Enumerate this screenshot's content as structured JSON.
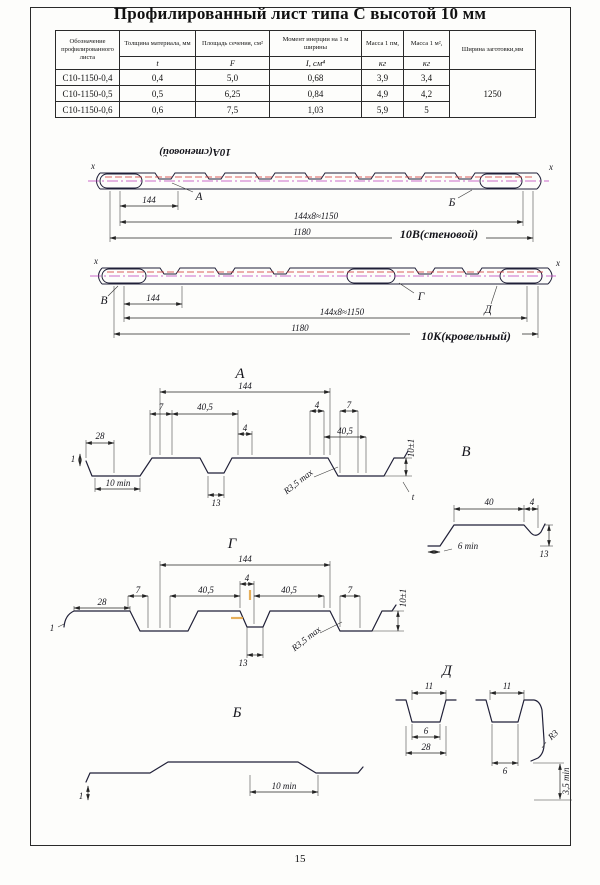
{
  "page": {
    "title": "Профилированный лист типа С высотой 10 мм",
    "page_number": "15"
  },
  "table": {
    "col_designation": "Обозначение профилированного листа",
    "col_thickness": "Толщина материала, мм",
    "col_thickness_sym": "t",
    "col_area": "Площадь сечения, см²",
    "col_area_sym": "F",
    "col_inertia": "Момент инерции на 1 м ширины",
    "col_inertia_sym": "I, см⁴",
    "col_mass_lm": "Масса 1 пм,",
    "col_mass_lm_unit": "кг",
    "col_mass_m2": "Масса 1 м²,",
    "col_mass_m2_unit": "кг",
    "col_blank_width": "Ширина заготовки,мм",
    "rows": [
      {
        "designation": "С10-1150-0,4",
        "t": "0,4",
        "f": "5,0",
        "i": "0,68",
        "mass_lm": "3,9",
        "mass_m2": "3,4"
      },
      {
        "designation": "С10-1150-0,5",
        "t": "0,5",
        "f": "6,25",
        "i": "0,84",
        "mass_lm": "4,9",
        "mass_m2": "4,2"
      },
      {
        "designation": "С10-1150-0,6",
        "t": "0,6",
        "f": "7,5",
        "i": "1,03",
        "mass_lm": "5,9",
        "mass_m2": "5"
      }
    ],
    "blank_width_value": "1250"
  },
  "plan_wall": {
    "flipped_label": "10А(стеновой)",
    "axis_left": "х",
    "axis_right": "х",
    "callout_a": "А",
    "callout_b": "Б",
    "dim_module": "144",
    "dim_pitch_total": "144x8≈1150",
    "dim_overall": "1180",
    "series_label": "10В(стеновой)"
  },
  "plan_roof": {
    "axis_left": "х",
    "axis_right": "х",
    "callout_v": "В",
    "callout_g": "Г",
    "callout_d": "Д",
    "dim_module": "144",
    "dim_pitch_total": "144х8≈1150",
    "dim_overall": "1180",
    "series_label": "10К(кровельный)"
  },
  "section_a": {
    "title": "А",
    "dim_144": "144",
    "dim_7l": "7",
    "dim_405l": "40,5",
    "dim_4c": "4",
    "dim_4r": "4",
    "dim_7r": "7",
    "dim_405r": "40,5",
    "dim_28": "28",
    "dim_height": "10±1",
    "dim_1": "1",
    "dim_10min": "10 min",
    "dim_13": "13",
    "dim_r": "R3,5 max",
    "dim_t": "t"
  },
  "section_v": {
    "title": "В",
    "dim_40": "40",
    "dim_4": "4",
    "dim_6min": "6 min",
    "dim_13": "13"
  },
  "section_g": {
    "title": "Г",
    "dim_144": "144",
    "dim_28": "28",
    "dim_7l": "7",
    "dim_405l": "40,5",
    "dim_4": "4",
    "dim_405r": "40,5",
    "dim_7r": "7",
    "dim_height": "10±1",
    "dim_13": "13",
    "dim_r": "R3,5 max",
    "dim_1": "1"
  },
  "section_b": {
    "title": "Б",
    "dim_10min": "10 min",
    "dim_1": "1"
  },
  "section_d": {
    "title": "Д",
    "dim_11l": "11",
    "dim_11r": "11",
    "dim_6l": "6",
    "dim_28": "28",
    "dim_6r": "6",
    "dim_r3": "R3",
    "dim_35min": "3,5 min"
  },
  "colors": {
    "line": "#202038",
    "centerline_magenta": "#b93cb9",
    "hidden_red": "#cf2a2a",
    "scan_mark_orange": "#e2a23f"
  }
}
